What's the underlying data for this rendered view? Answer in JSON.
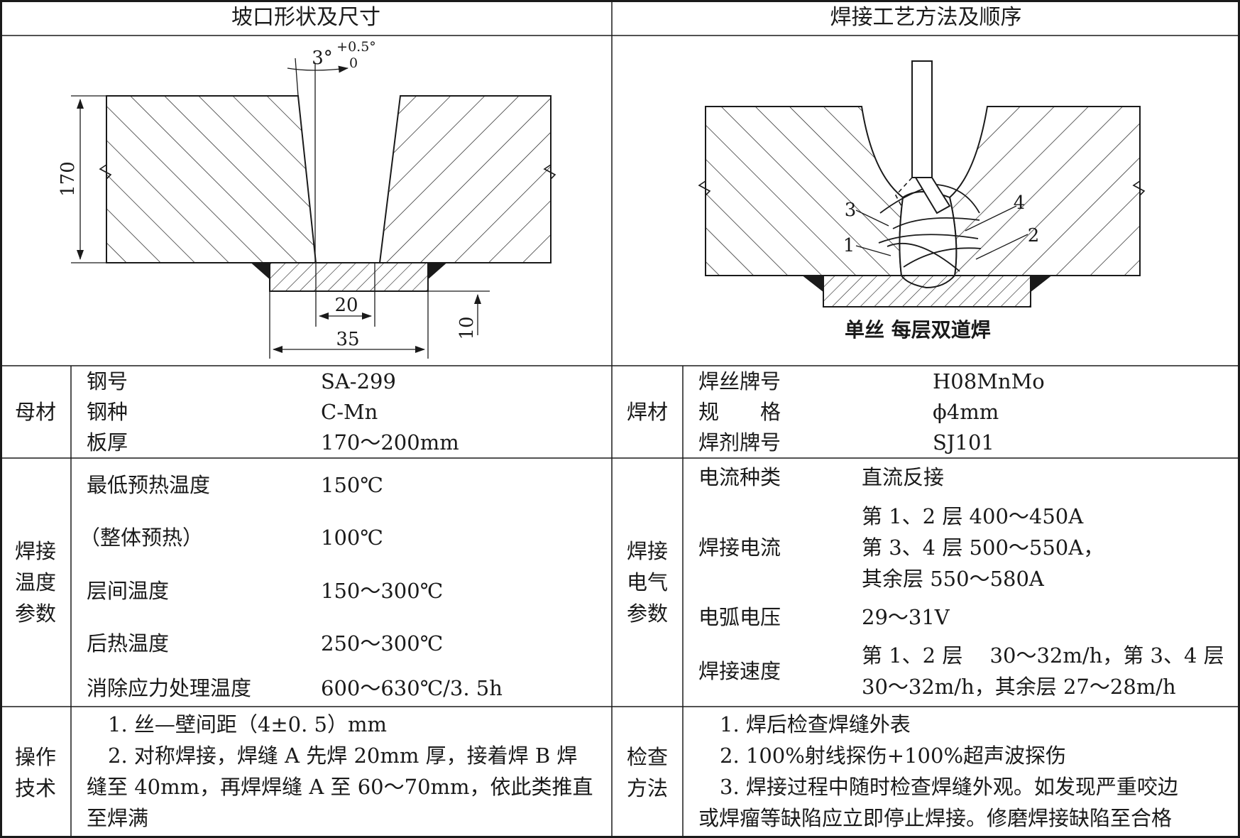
{
  "headers": {
    "left": "坡口形状及尺寸",
    "right": "焊接工艺方法及顺序"
  },
  "groove": {
    "angle_main": "3°",
    "angle_upper": "+0.5°",
    "angle_lower": "0",
    "dim_thickness": "170",
    "dim_gap": "20",
    "dim_backing_width": "35",
    "dim_backing_thickness": "10"
  },
  "weld": {
    "pass_labels": [
      "1",
      "2",
      "3",
      "4"
    ],
    "caption": "单丝 每层双道焊"
  },
  "base_metal": {
    "section": "母材",
    "rows": [
      {
        "label": "钢号",
        "value": "SA-299"
      },
      {
        "label": "钢种",
        "value": "C-Mn"
      },
      {
        "label": "板厚",
        "value": "170～200mm"
      }
    ]
  },
  "filler": {
    "section": "焊材",
    "rows": [
      {
        "label": "焊丝牌号",
        "value": "H08MnMo"
      },
      {
        "label": "规　　格",
        "value": "ϕ4mm"
      },
      {
        "label": "焊剂牌号",
        "value": "SJ101"
      }
    ]
  },
  "temperature": {
    "section_lines": [
      "焊接",
      "温度",
      "参数"
    ],
    "rows": [
      {
        "label": "最低预热温度",
        "value": "150℃"
      },
      {
        "label": "（整体预热）",
        "value": "100℃"
      },
      {
        "label": "层间温度",
        "value": "150～300℃"
      },
      {
        "label": "后热温度",
        "value": "250～300℃"
      },
      {
        "label": "消除应力处理温度",
        "value": "600～630℃/3. 5h"
      }
    ]
  },
  "electrical": {
    "section_lines": [
      "焊接",
      "电气",
      "参数"
    ],
    "current_type_label": "电流种类",
    "current_type_value": "直流反接",
    "current_label": "焊接电流",
    "current_lines": [
      "第 1、2 层 400～450A",
      "第 3、4 层 500～550A，",
      "其余层 550～580A"
    ],
    "voltage_label": "电弧电压",
    "voltage_value": "29～31V",
    "speed_label": "焊接速度",
    "speed_lines": [
      "第 1、2 层　 30～32m/h，第 3、4 层",
      "30～32m/h，其余层 27～28m/h"
    ]
  },
  "technique": {
    "section_lines": [
      "操作",
      "技术"
    ],
    "lines": [
      "1. 丝—壁间距（4±0. 5）mm",
      "2. 对称焊接，焊缝 A 先焊 20mm 厚，接着焊 B 焊",
      "缝至 40mm，再焊焊缝 A 至 60～70mm，依此类推直",
      "至焊满"
    ]
  },
  "inspection": {
    "section_lines": [
      "检查",
      "方法"
    ],
    "lines": [
      "1. 焊后检查焊缝外表",
      "2. 100%射线探伤+100%超声波探伤",
      "3. 焊接过程中随时检查焊缝外观。如发现严重咬边",
      "或焊瘤等缺陷应立即停止焊接。修磨焊接缺陷至合格"
    ]
  }
}
